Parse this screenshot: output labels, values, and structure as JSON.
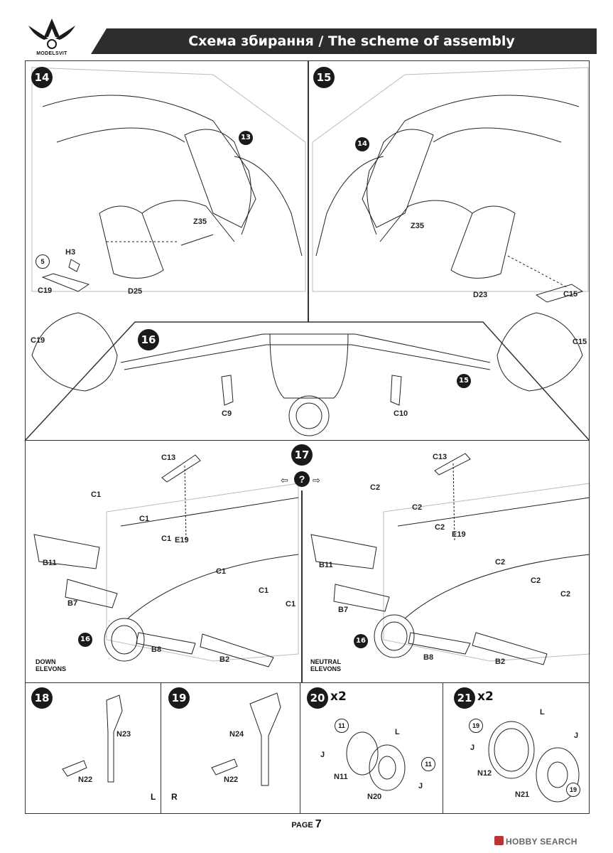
{
  "header": {
    "title": "Схема збирання / The scheme of assembly",
    "logo_text": "MODELSVIT"
  },
  "steps": {
    "s14": {
      "number": "14"
    },
    "s15": {
      "number": "15"
    },
    "s16": {
      "number": "16"
    },
    "s17": {
      "number": "17"
    },
    "s18": {
      "number": "18"
    },
    "s19": {
      "number": "19"
    },
    "s20": {
      "number": "20",
      "multiplier": "x2"
    },
    "s21": {
      "number": "21",
      "multiplier": "x2"
    }
  },
  "step14": {
    "ref_13": "13",
    "ref_5": "5",
    "parts": [
      "Z35",
      "H3",
      "C19",
      "D25",
      "C19"
    ]
  },
  "step15": {
    "ref_14": "14",
    "parts": [
      "Z35",
      "D23",
      "C15",
      "C15"
    ]
  },
  "step16": {
    "ref_15": "15",
    "parts": [
      "C9",
      "C10"
    ]
  },
  "step17": {
    "question": "?",
    "left": {
      "ref_16": "16",
      "parts": [
        "C13",
        "C1",
        "C1",
        "C1",
        "E19",
        "C1",
        "C1",
        "C1",
        "B11",
        "B7",
        "B8",
        "B2"
      ],
      "note": [
        "DOWN",
        "ELEVONS"
      ]
    },
    "right": {
      "ref_16": "16",
      "parts": [
        "C13",
        "C2",
        "C2",
        "C2",
        "E19",
        "C2",
        "C2",
        "C2",
        "B11",
        "B7",
        "B8",
        "B2"
      ],
      "note": [
        "NEUTRAL",
        "ELEVONS"
      ]
    }
  },
  "step18": {
    "parts": [
      "N23",
      "N22"
    ],
    "side": "L"
  },
  "step19": {
    "parts": [
      "N24",
      "N22"
    ],
    "side": "R"
  },
  "step20": {
    "refs": [
      "11",
      "11"
    ],
    "parts": [
      "L",
      "J",
      "N11",
      "J",
      "N20"
    ]
  },
  "step21": {
    "refs": [
      "19",
      "19"
    ],
    "parts": [
      "L",
      "J",
      "J",
      "N12",
      "N21"
    ]
  },
  "footer": {
    "page_label": "PAGE",
    "page_number": "7"
  },
  "watermark": {
    "text": "HOBBY SEARCH"
  }
}
